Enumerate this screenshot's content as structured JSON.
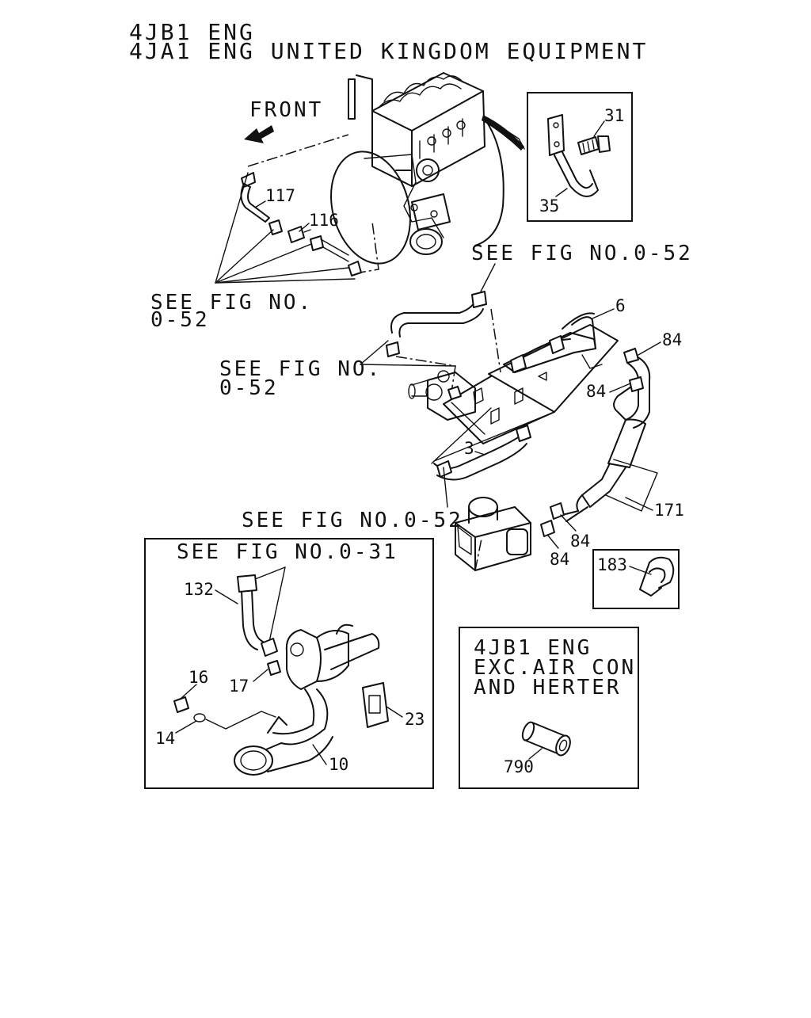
{
  "title": {
    "line1": "4JB1 ENG",
    "line2": "4JA1 ENG UNITED KINGDOM EQUIPMENT"
  },
  "front_label": "FRONT",
  "references": {
    "upper_right": "SEE FIG NO.0-52",
    "left_top": [
      "SEE FIG NO.",
      "0-52"
    ],
    "left_mid": [
      "SEE FIG NO.",
      "0-52"
    ],
    "center": "SEE FIG NO.0-52",
    "inset_box": "SEE FIG NO.0-31"
  },
  "variant_note": [
    "4JB1 ENG",
    "EXC.AIR CON",
    "AND HERTER"
  ],
  "callouts": {
    "p31": "31",
    "p35": "35",
    "p117": "117",
    "p116": "116",
    "p6": "6",
    "p84_a": "84",
    "p84_b": "84",
    "p84_c": "84",
    "p84_d": "84",
    "p3": "3",
    "p171": "171",
    "p183": "183",
    "p132": "132",
    "p16": "16",
    "p17": "17",
    "p14": "14",
    "p23": "23",
    "p10": "10",
    "p790": "790"
  },
  "colors": {
    "ink": "#111111",
    "paper": "#ffffff"
  }
}
